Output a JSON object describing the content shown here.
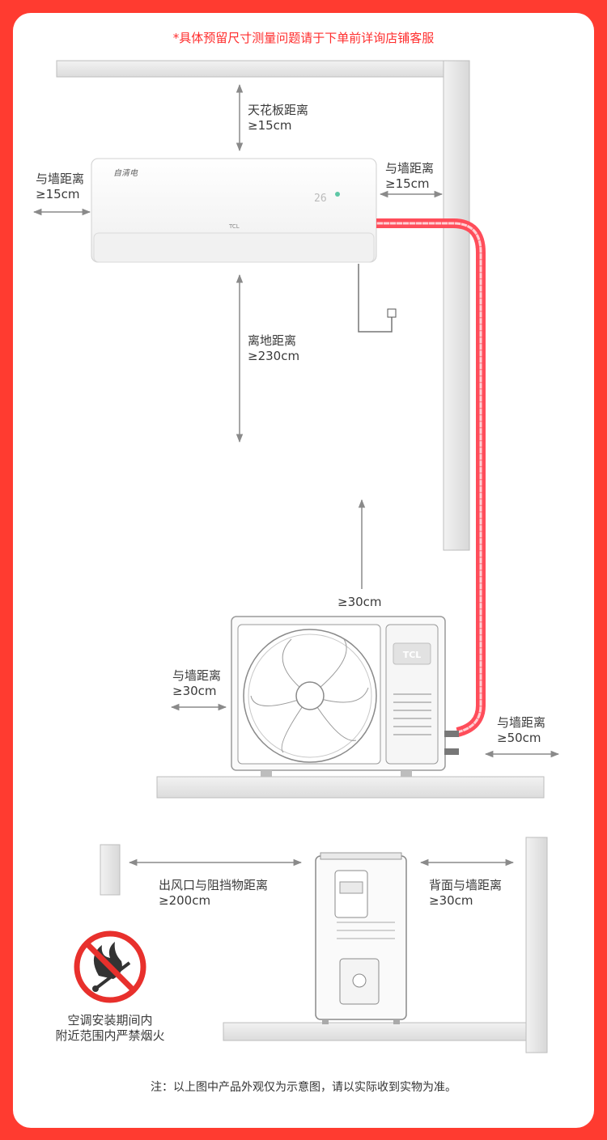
{
  "notice": "*具体预留尺寸测量问题请于下单前详询店铺客服",
  "labels": {
    "ceiling_title": "天花板距离",
    "ceiling_value": "≥15cm",
    "left_wall_title": "与墙距离",
    "left_wall_value": "≥15cm",
    "right_wall_title": "与墙距离",
    "right_wall_value": "≥15cm",
    "floor_title": "离地距离",
    "floor_value": "≥230cm",
    "outdoor_top_value": "≥30cm",
    "outdoor_left_title": "与墙距离",
    "outdoor_left_value": "≥30cm",
    "outdoor_right_title": "与墙距离",
    "outdoor_right_value": "≥50cm",
    "outlet_title": "出风口与阻挡物距离",
    "outlet_value": "≥200cm",
    "back_title": "背面与墙距离",
    "back_value": "≥30cm",
    "no_fire_line1": "空调安装期间内",
    "no_fire_line2": "附近范围内严禁烟火"
  },
  "indoor_unit": {
    "brand_small": "TCL",
    "logo_text": "自清电",
    "display": "26"
  },
  "outdoor_unit": {
    "brand": "TCL"
  },
  "footer": "注：以上图中产品外观仅为示意图，请以实际收到实物为准。",
  "colors": {
    "background": "#ff3b30",
    "notice": "#ff2d2d",
    "pipe": "#ff4d5a",
    "wall": "#e8e8e8",
    "arrow": "#8a8a8a"
  },
  "icons": [
    "no-fire-icon",
    "fan-icon",
    "arrow-icon"
  ]
}
